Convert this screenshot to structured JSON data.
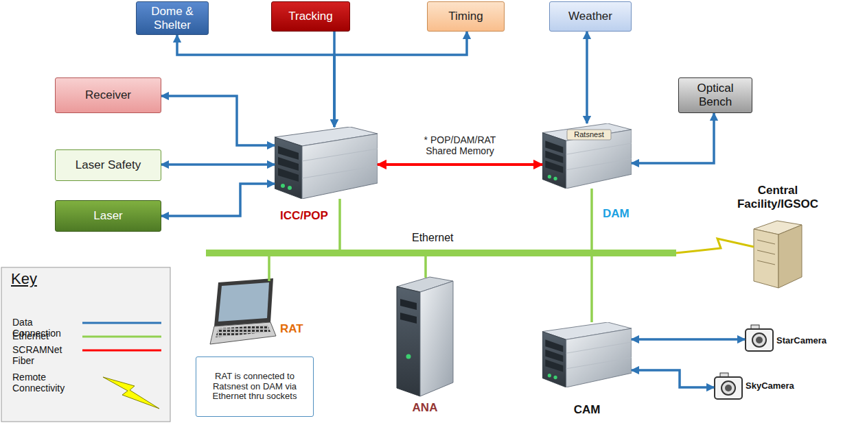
{
  "diagram": {
    "nodes": [
      {
        "text": [
          "Dome & Shelter"
        ]
      },
      {
        "text": [
          "Tracking"
        ]
      },
      {
        "text": [
          "Timing"
        ]
      },
      {
        "text": [
          "Weather"
        ]
      },
      {
        "text": [
          "Receiver"
        ]
      },
      {
        "text": [
          "Optical Bench"
        ]
      },
      {
        "text": [
          "ICC/POP"
        ]
      },
      {
        "text": [
          "Ratsnest",
          "DAM"
        ]
      },
      {
        "text": [
          "Laser Safety"
        ]
      },
      {
        "text": [
          "Laser"
        ]
      },
      {
        "text": [
          "Central Facility/IGSOC"
        ]
      },
      {
        "text": [
          "Ethernet"
        ]
      },
      {
        "text": [
          "RAT"
        ]
      },
      {
        "text": [
          "ANA"
        ]
      },
      {
        "text": [
          "CAM"
        ]
      },
      {
        "text": [
          "StarCamera"
        ]
      },
      {
        "text": [
          "RAT is connected to Ratsnest on DAM via Ethernet thru sockets"
        ]
      },
      {
        "text": [
          "SkyCamera"
        ]
      }
    ],
    "edges": [
      {
        "from": 6,
        "to": 0,
        "arrow": "both"
      },
      {
        "from": 1,
        "to": 6,
        "arrow": "to"
      },
      {
        "from": 6,
        "to": 2,
        "arrow": "both"
      },
      {
        "from": 4,
        "to": 6,
        "arrow": "both"
      },
      {
        "from": 3,
        "to": 7,
        "arrow": "both"
      },
      {
        "from": 5,
        "to": 7,
        "arrow": "both"
      },
      {
        "from": 6,
        "to": 7,
        "label": "* POP/DAM/RAT Shared Memory",
        "arrow": "both"
      },
      {
        "from": 8,
        "to": 6,
        "arrow": "both"
      },
      {
        "from": 9,
        "to": 6,
        "arrow": "both"
      },
      {
        "from": 6,
        "to": 11,
        "arrow": "none"
      },
      {
        "from": 7,
        "to": 11,
        "arrow": "none"
      },
      {
        "from": 10,
        "to": 11,
        "arrow": "none"
      },
      {
        "from": 11,
        "to": 12,
        "arrow": "none"
      },
      {
        "from": 11,
        "to": 13,
        "arrow": "none"
      },
      {
        "from": 11,
        "to": 14,
        "arrow": "none"
      },
      {
        "from": 14,
        "to": 15,
        "arrow": "both"
      },
      {
        "from": 14,
        "to": 17,
        "arrow": "both"
      }
    ],
    "labels": [
      "Key"
    ],
    "legend": [
      {
        "text": "Data Connection"
      },
      {
        "text": "Ethernet"
      },
      {
        "text": "SCRAMNet Fiber"
      },
      {
        "text": "Remote Connectivity"
      }
    ]
  }
}
